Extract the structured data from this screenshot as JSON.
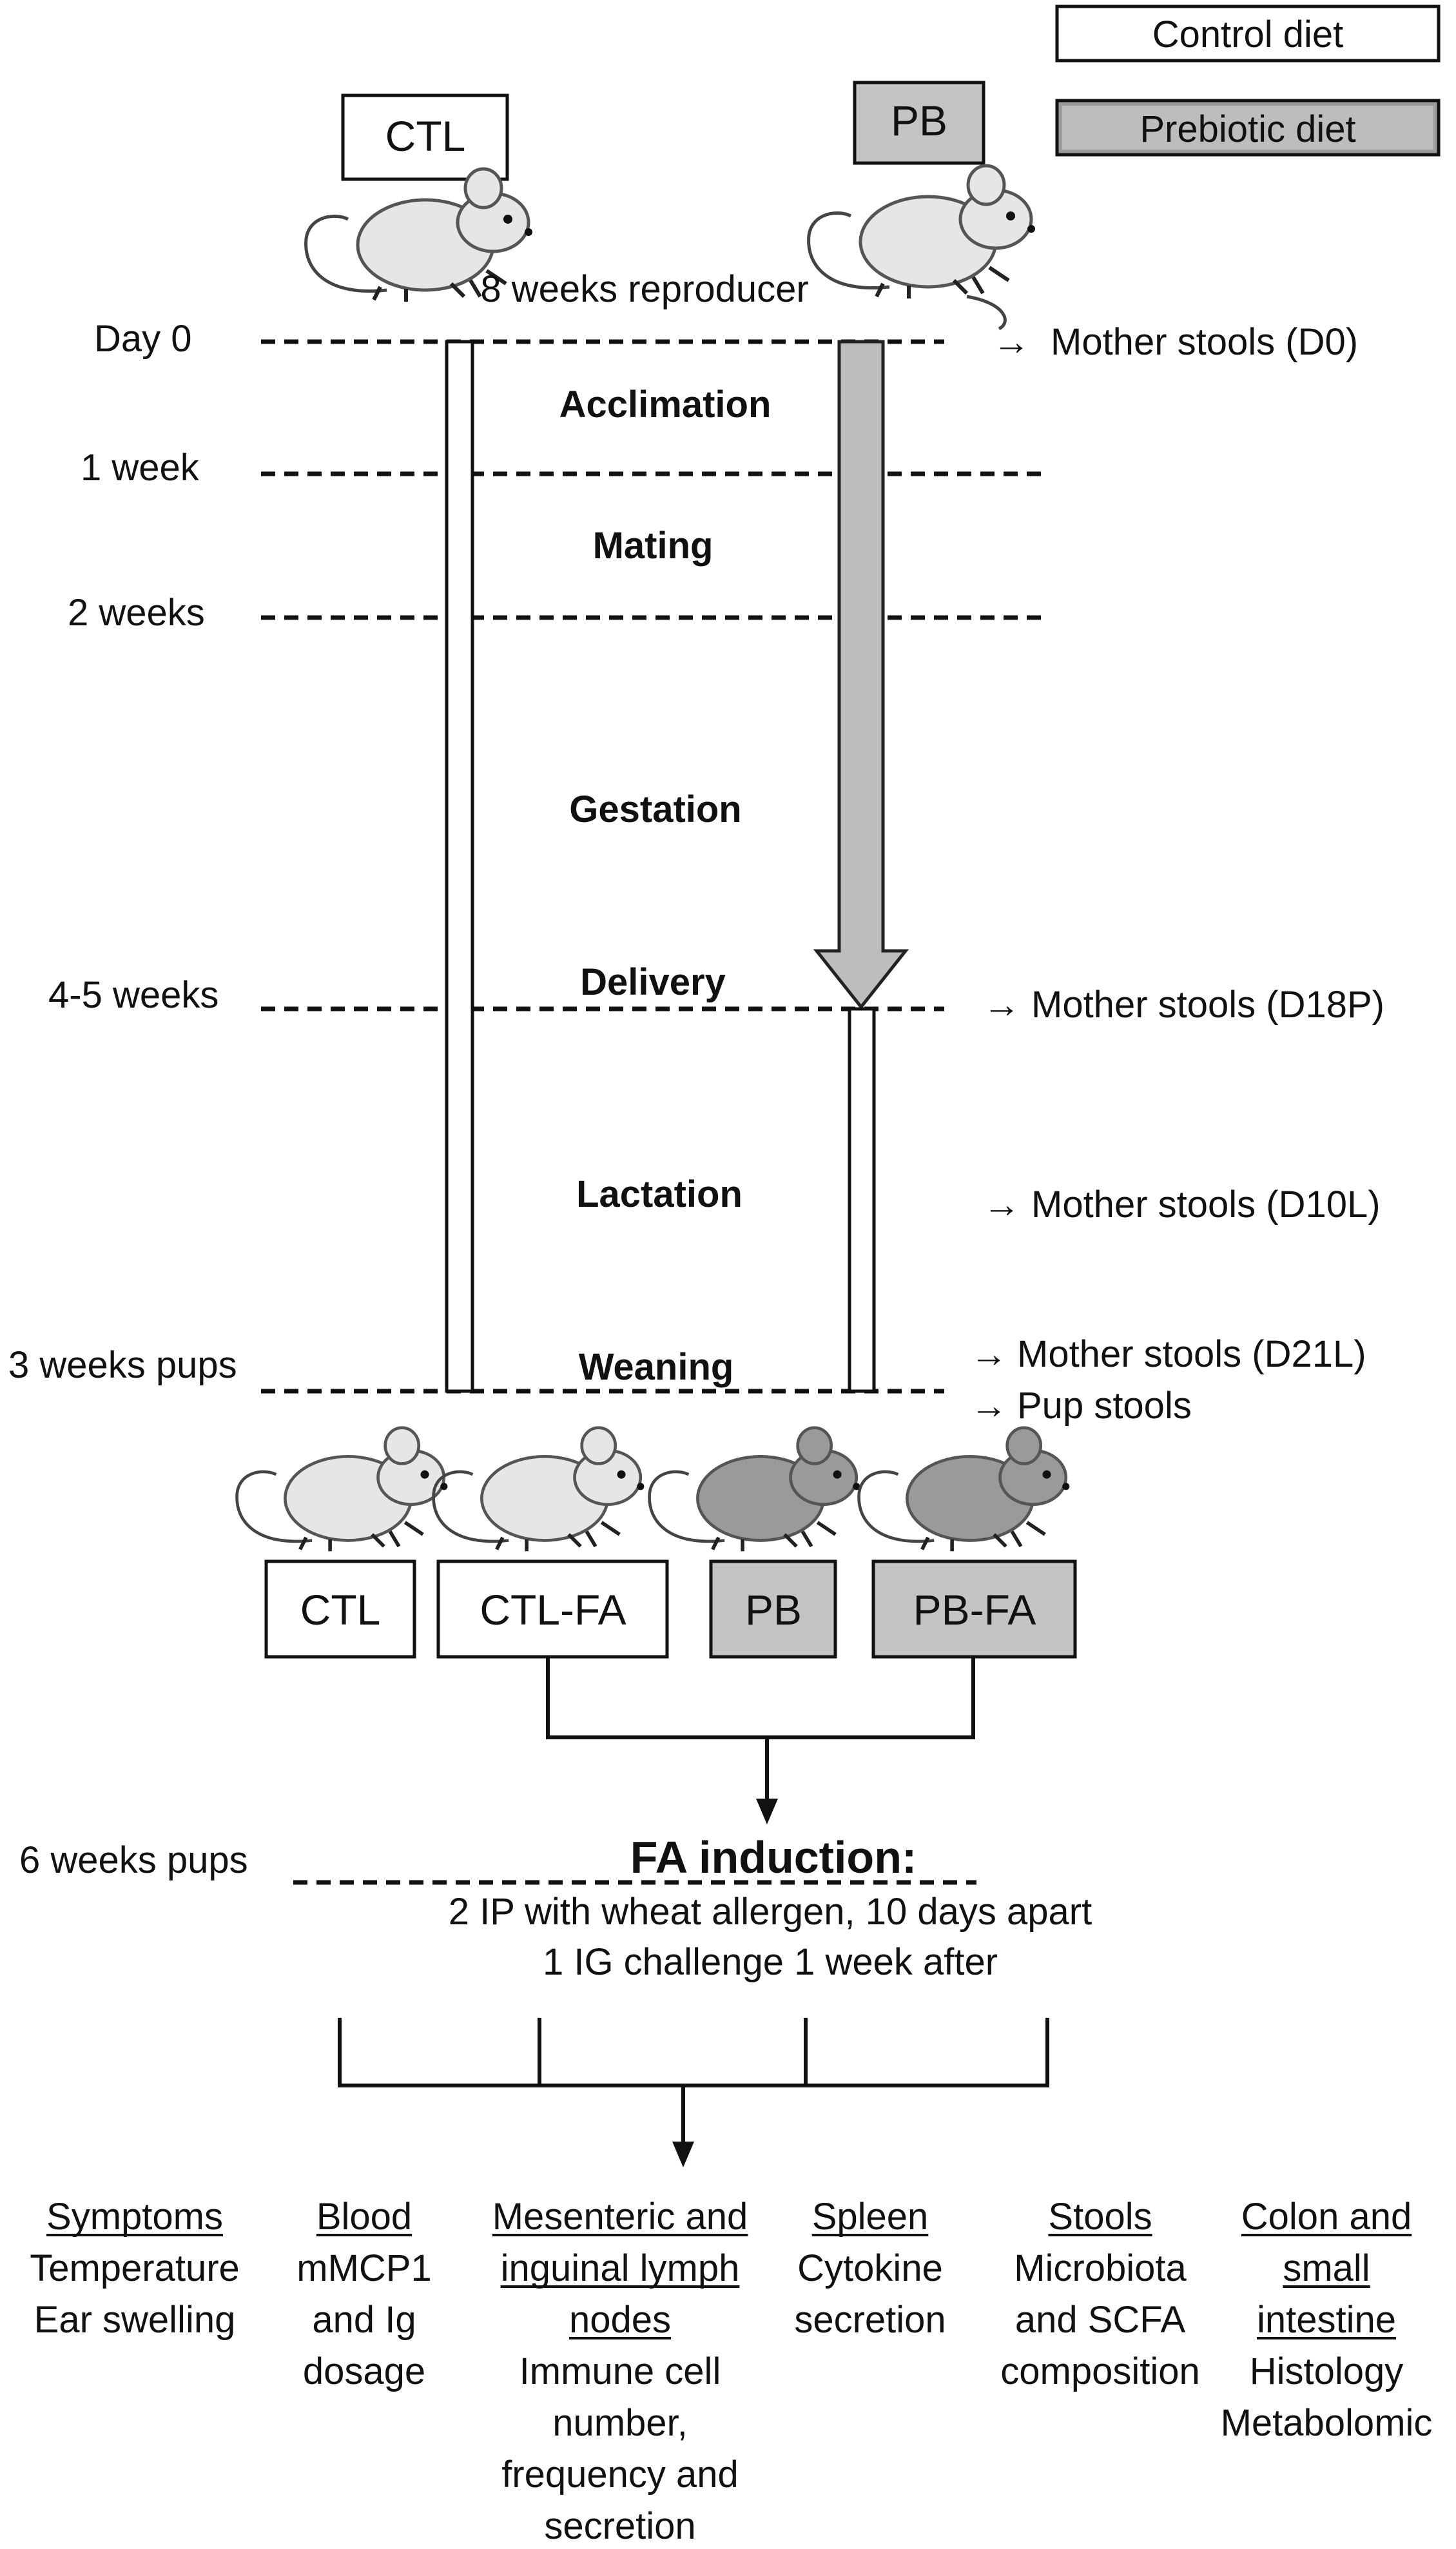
{
  "legend": {
    "control": "Control diet",
    "prebiotic": "Prebiotic diet",
    "control_color": "#ffffff",
    "prebiotic_color": "#c4c4c4"
  },
  "groups_top": {
    "ctl": "CTL",
    "pb": "PB"
  },
  "reproducer_label": "8 weeks reproducer",
  "timepoints": {
    "day0": "Day 0",
    "week1": "1 week",
    "week2": "2 weeks",
    "week45": "4-5 weeks",
    "pups3": "3 weeks pups",
    "pups6": "6 weeks pups"
  },
  "phases": {
    "acclimation": "Acclimation",
    "mating": "Mating",
    "gestation": "Gestation",
    "delivery": "Delivery",
    "lactation": "Lactation",
    "weaning": "Weaning"
  },
  "samples": {
    "d0": "Mother stools (D0)",
    "d18p": "Mother stools (D18P)",
    "d10l": "Mother stools (D10L)",
    "d21l": "Mother stools (D21L)",
    "pup": "Pup stools",
    "arrow_glyph": "→"
  },
  "groups_bottom": {
    "ctl": "CTL",
    "ctl_fa": "CTL-FA",
    "pb": "PB",
    "pb_fa": "PB-FA"
  },
  "induction": {
    "title": "FA induction:",
    "line1": "2 IP with wheat allergen, 10 days apart",
    "line2": "1 IG challenge 1 week after"
  },
  "readouts": [
    {
      "head": [
        "Symptoms"
      ],
      "body": [
        "Temperature",
        "Ear swelling"
      ]
    },
    {
      "head": [
        "Blood"
      ],
      "body": [
        "mMCP1",
        "and Ig",
        "dosage"
      ]
    },
    {
      "head": [
        "Mesenteric and",
        "inguinal lymph",
        "nodes"
      ],
      "body": [
        "Immune cell",
        "number,",
        "frequency and",
        "secretion"
      ]
    },
    {
      "head": [
        "Spleen"
      ],
      "body": [
        "Cytokine",
        "secretion"
      ]
    },
    {
      "head": [
        "Stools"
      ],
      "body": [
        "Microbiota",
        "and SCFA",
        "composition"
      ]
    },
    {
      "head": [
        "Colon and",
        "small",
        "intestine"
      ],
      "body": [
        "Histology",
        "Metabolomic"
      ]
    }
  ]
}
